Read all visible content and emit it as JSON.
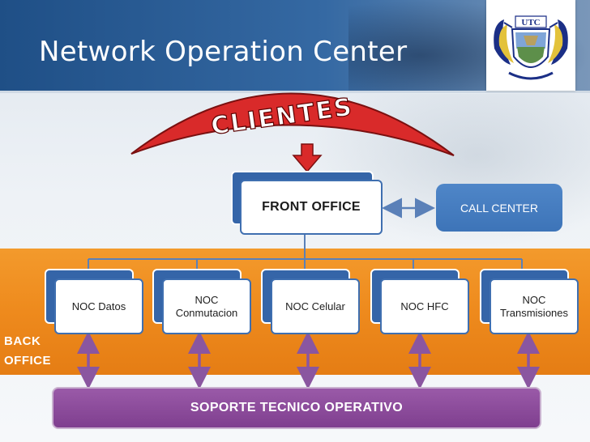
{
  "slide": {
    "title": "Network Operation Center"
  },
  "logo": {
    "text": "UTC"
  },
  "arc": {
    "label": "CLIENTES"
  },
  "front_office": {
    "label": "FRONT OFFICE"
  },
  "call_center": {
    "label": "CALL CENTER"
  },
  "back_office": {
    "label_line1": "BACK",
    "label_line2": "OFFICE"
  },
  "noc_units": [
    {
      "line1": "",
      "line2": "NOC Datos"
    },
    {
      "line1": "NOC",
      "line2": "Conmutacion"
    },
    {
      "line1": "",
      "line2": "NOC Celular"
    },
    {
      "line1": "",
      "line2": "NOC HFC"
    },
    {
      "line1": "NOC",
      "line2": "Transmisiones"
    }
  ],
  "support": {
    "label": "SOPORTE TECNICO OPERATIVO"
  },
  "colors": {
    "title_band": "#2f5f99",
    "arc_red": "#d92a2a",
    "box_border": "#3f6fb0",
    "back_office": "#ee8a1d",
    "call_center": "#4a80c2",
    "connector_blue": "#5a80b8",
    "arrow_purple": "#8a56a0",
    "support_purple": "#8a4a9a"
  }
}
